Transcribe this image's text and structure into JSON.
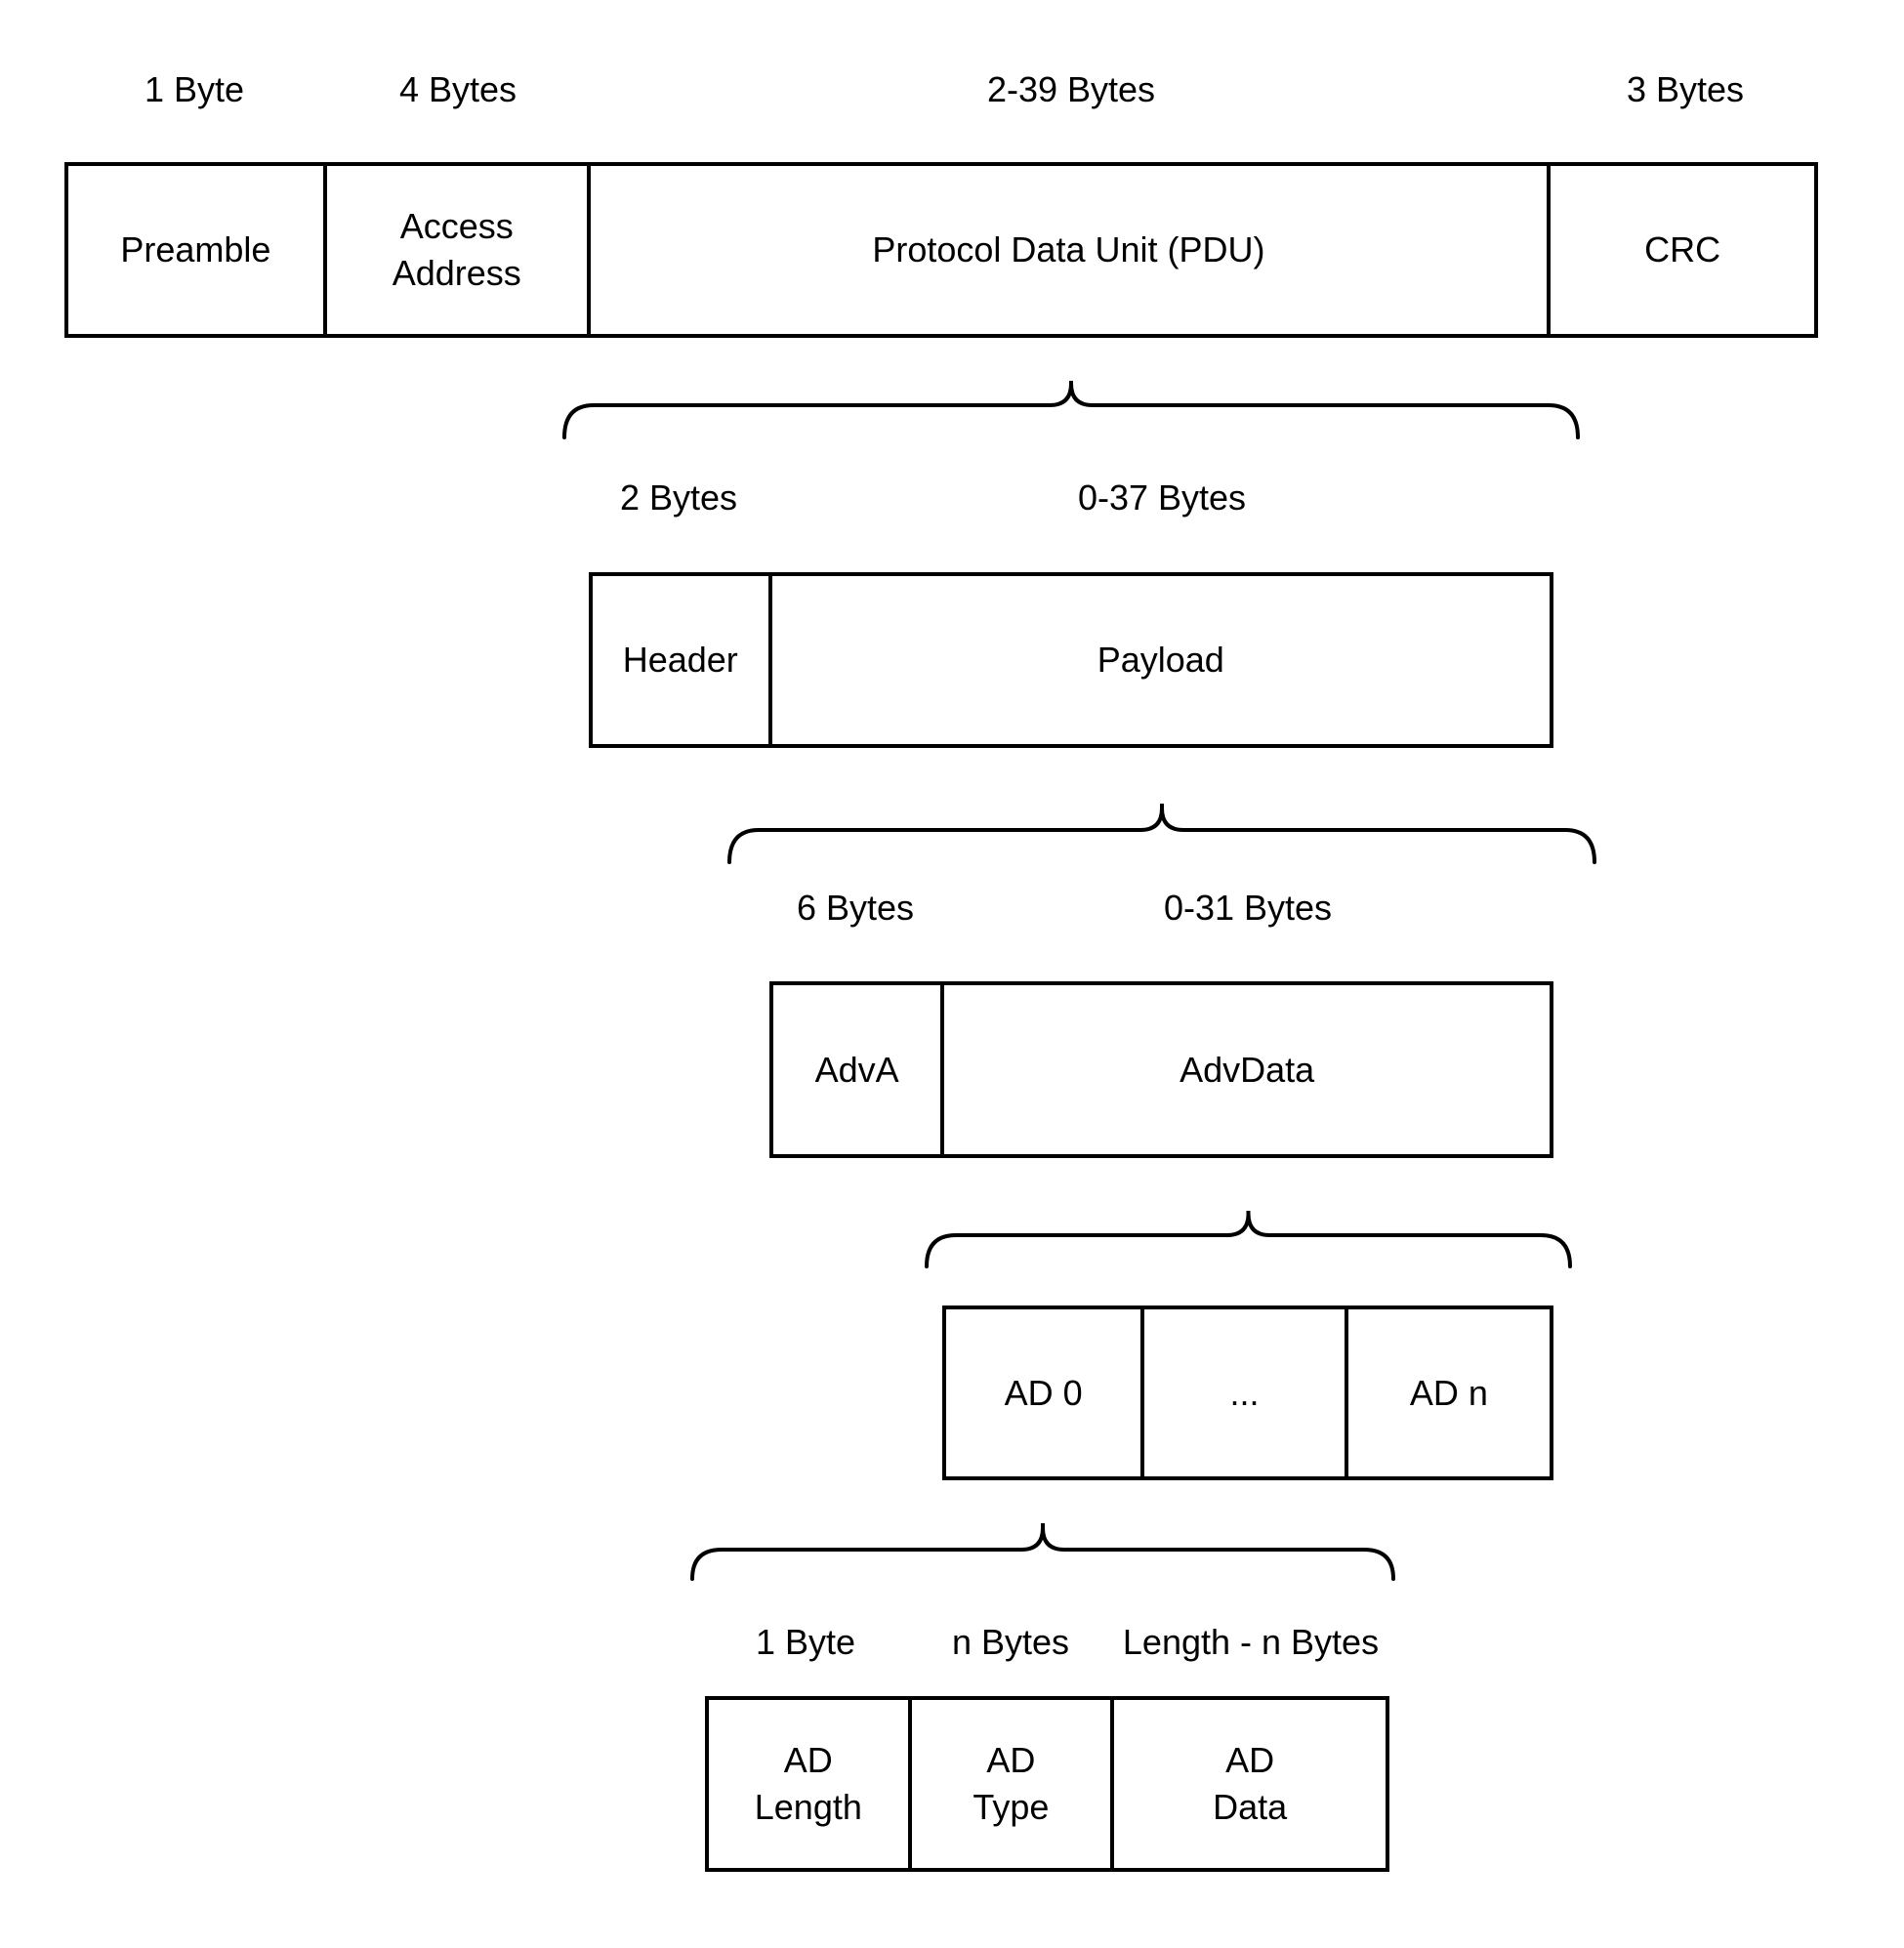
{
  "packet_row": {
    "byte_labels": [
      "1 Byte",
      "4 Bytes",
      "2-39 Bytes",
      "3 Bytes"
    ],
    "fields": [
      "Preamble",
      "Access\nAddress",
      "Protocol Data Unit (PDU)",
      "CRC"
    ]
  },
  "pdu_row": {
    "byte_labels": [
      "2 Bytes",
      "0-37 Bytes"
    ],
    "fields": [
      "Header",
      "Payload"
    ]
  },
  "payload_row": {
    "byte_labels": [
      "6 Bytes",
      "0-31 Bytes"
    ],
    "fields": [
      "AdvA",
      "AdvData"
    ]
  },
  "advdata_row": {
    "fields": [
      "AD 0",
      "...",
      "AD n"
    ]
  },
  "ad_row": {
    "byte_labels": [
      "1 Byte",
      "n Bytes",
      "Length - n Bytes"
    ],
    "fields": [
      "AD\nLength",
      "AD\nType",
      "AD\nData"
    ]
  },
  "colors": {
    "stroke": "#000000",
    "background": "#ffffff",
    "text": "#000000"
  }
}
